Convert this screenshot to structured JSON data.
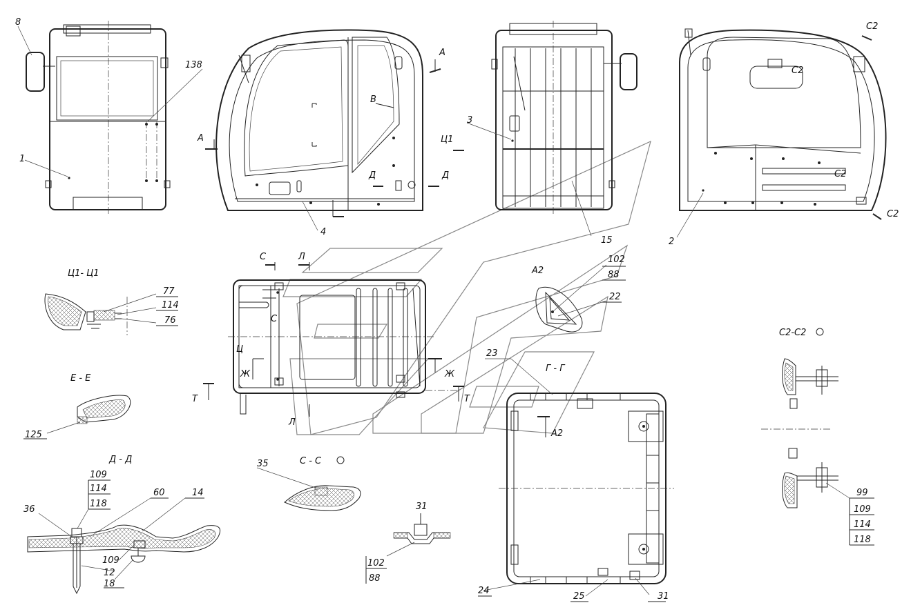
{
  "labels": {
    "l8": "8",
    "l138": "138",
    "l1": "1",
    "lA_top": "А",
    "lA_left": "А",
    "lV": "В",
    "lC1": "Ц1",
    "lD_a": "Д",
    "lD_b": "Д",
    "l4": "4",
    "l3": "3",
    "l15": "15",
    "l2": "2",
    "lC2_a": "С2",
    "lC2_b": "С2",
    "lC2_c": "С2",
    "lC2_d": "С2",
    "lS_a": "С",
    "lL_a": "Л",
    "lS_b": "С",
    "lTs": "Ц",
    "lZh_a": "Ж",
    "lZh_b": "Ж",
    "lT_a": "Т",
    "lT_b": "Т",
    "lL_b": "Л",
    "lA2_a": "А2",
    "lA2_b": "А2",
    "l102_a": "102",
    "l88_a": "88",
    "l22": "22",
    "l23": "23",
    "l24": "24",
    "l25": "25",
    "l31_a": "31",
    "l31_b": "31",
    "l102_b": "102",
    "l88_b": "88",
    "l35": "35",
    "l77": "77",
    "l114_a": "114",
    "l76": "76",
    "l125": "125",
    "l109_a": "109",
    "l114_b": "114",
    "l118_a": "118",
    "l60": "60",
    "l14": "14",
    "l36": "36",
    "l109_b": "109",
    "l12": "12",
    "l18": "18",
    "l99": "99",
    "l109_c": "109",
    "l114_c": "114",
    "l118_b": "118"
  },
  "sections": {
    "c1": "Ц1- Ц1",
    "ee": "Е - Е",
    "dd": "Д - Д",
    "cc": "С - С",
    "gg": "Г - Г",
    "c2c2": "С2-С2"
  }
}
